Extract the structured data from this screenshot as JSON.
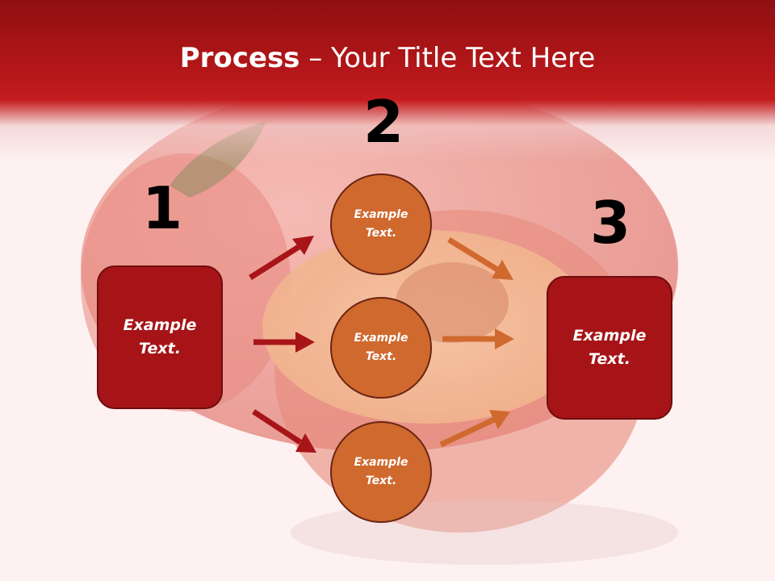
{
  "slide": {
    "title_bold": "Process",
    "title_rest": " – Your Title Text Here"
  },
  "steps": {
    "left": {
      "number": "1",
      "line1": "Example",
      "line2": "Text."
    },
    "middle_number": "2",
    "right": {
      "number": "3",
      "line1": "Example",
      "line2": "Text."
    }
  },
  "circles": [
    {
      "line1": "Example",
      "line2": "Text."
    },
    {
      "line1": "Example",
      "line2": "Text."
    },
    {
      "line1": "Example",
      "line2": "Text."
    }
  ],
  "colors": {
    "header": "#b51719",
    "box_fill": "#a61417",
    "circle_fill": "#d0692e",
    "arrow_red": "#a71518",
    "arrow_orange": "#d0692e"
  }
}
